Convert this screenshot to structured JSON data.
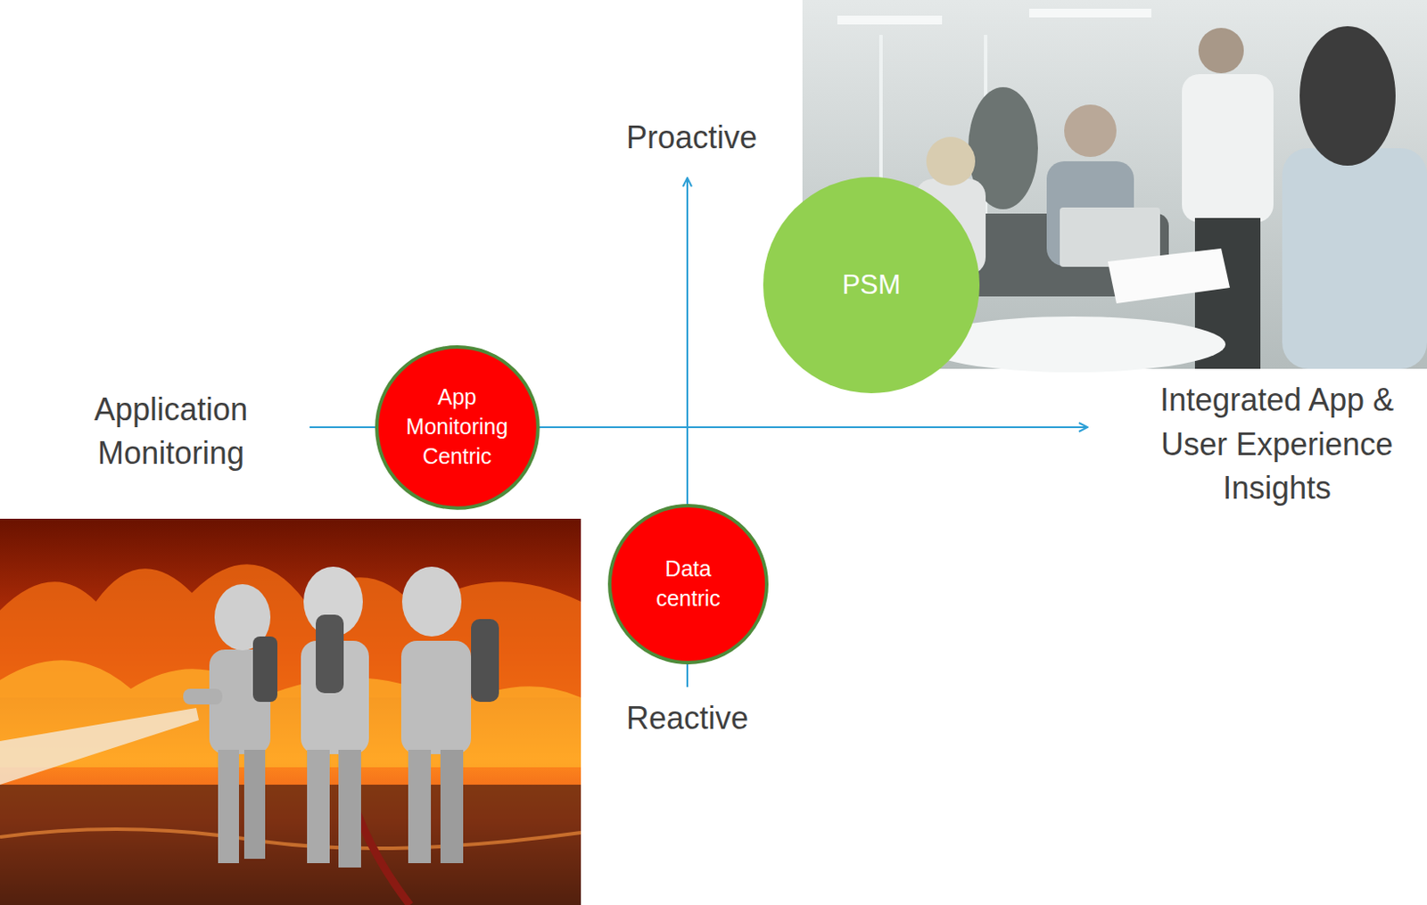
{
  "diagram": {
    "nodes": [
      {
        "text": [
          "PSM"
        ]
      },
      {
        "text": [
          "App Monitoring Centric"
        ]
      },
      {
        "text": [
          "Data centric"
        ]
      }
    ],
    "labels": [
      "Proactive",
      "Application Monitoring",
      "Integrated App & User Experience Insights",
      "Reactive"
    ]
  }
}
